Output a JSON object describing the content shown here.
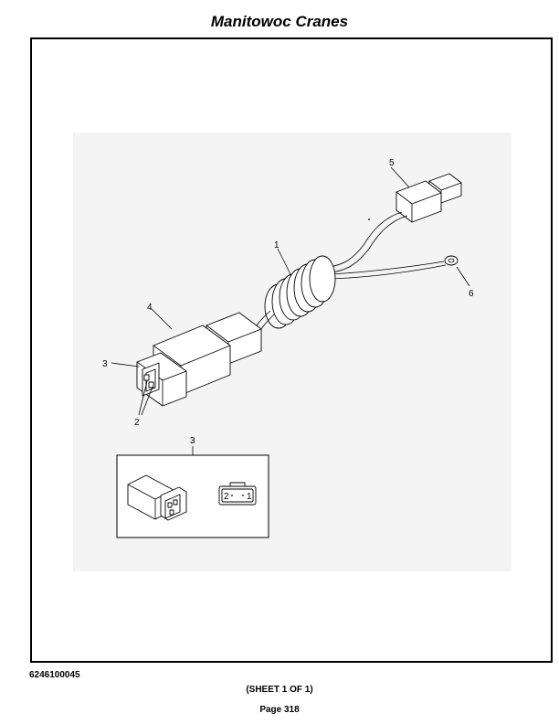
{
  "header": {
    "title": "Manitowoc Cranes"
  },
  "callouts": {
    "item1": "1",
    "item2": "2",
    "item3": "3",
    "item3_detail": "3",
    "item4": "4",
    "item5": "5",
    "item6": "6",
    "pin2": "2",
    "pin1": "1"
  },
  "footer": {
    "doc_number": "6246100045",
    "sheet": "(SHEET 1 OF 1)",
    "page": "Page 318"
  }
}
